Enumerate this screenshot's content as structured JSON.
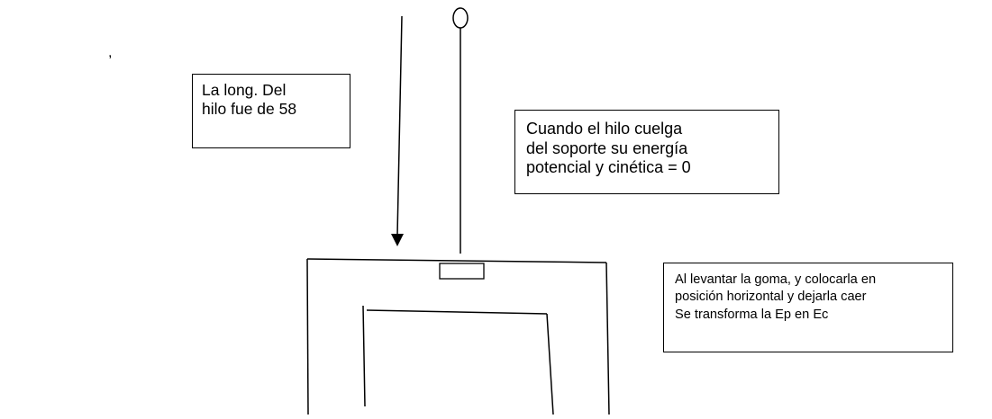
{
  "stray_mark": ",",
  "labels": {
    "length": {
      "lines": [
        "La long. Del",
        "hilo fue de 58"
      ]
    },
    "support": {
      "lines": [
        "Cuando el hilo cuelga",
        "del soporte su energía",
        "potencial y cinética = 0"
      ]
    },
    "rubber": {
      "lines": [
        "Al levantar la goma, y colocarla en",
        "posición horizontal y dejarla caer",
        "Se transforma la Ep en Ec"
      ]
    }
  }
}
